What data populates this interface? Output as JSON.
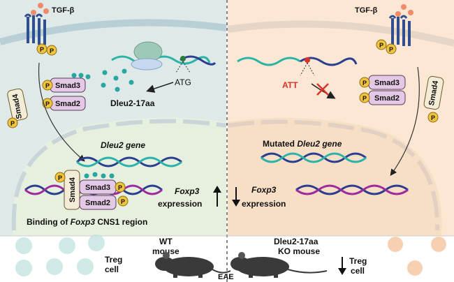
{
  "colors": {
    "wt_background": "#dfeae8",
    "ko_background": "#fbe7d3",
    "nucleus_wt": "#e7efdf",
    "nucleus_ko": "#f7dfc6",
    "membrane": "#b8cfd6",
    "receptor": "#2f4f8f",
    "phospho": "#f2c33c",
    "smad_box": "#e4c9e6",
    "smad4_box": "#f3ecd6",
    "dna_blue": "#2a3f8f",
    "dna_teal": "#2bb3a8",
    "dna_purple": "#9d2a9f",
    "ribosome": "#9fc9b7",
    "peptide_dot": "#26a7a0",
    "ligand_dot": "#f08a6a",
    "mutation_red": "#d9322b",
    "treg_cell_wt": "#bfe3de",
    "treg_cell_ko": "#f6c8a3",
    "mouse": "#3a3a3a"
  },
  "wt": {
    "ligand_label": "TGF-β",
    "phospho_label": "P",
    "smad3_label": "Smad3",
    "smad2_label": "Smad2",
    "smad4_label": "Smad4",
    "start_codon_label": "ATG",
    "peptide_label": "Dleu2-17aa",
    "gene_label": "Dleu2 gene",
    "foxp3_label": "Foxp3",
    "expression_label": "expression",
    "binding_label_prefix": "Binding of ",
    "binding_label_gene": "Foxp3",
    "binding_label_suffix": " CNS1 region",
    "mouse_label_line1": "WT",
    "mouse_label_line2": "mouse",
    "treg_label_line1": "Treg",
    "treg_label_line2": "cell"
  },
  "ko": {
    "ligand_label": "TGF-β",
    "phospho_label": "P",
    "smad3_label": "Smad3",
    "smad2_label": "Smad2",
    "smad4_label": "Smad4",
    "mutated_codon_label": "ATT",
    "gene_label_prefix": "Mutated ",
    "gene_label_gene": "Dleu2 gene",
    "foxp3_label": "Foxp3",
    "expression_label": "expression",
    "mouse_label_line1": "Dleu2-17aa",
    "mouse_label_line2": "KO mouse",
    "treg_label_line1": "Treg",
    "treg_label_line2": "cell"
  },
  "bottom": {
    "condition_label": "EAE"
  },
  "icons": {
    "up_arrow": "arrow-up-icon",
    "down_arrow": "arrow-down-icon",
    "blocked": "cross-icon"
  }
}
